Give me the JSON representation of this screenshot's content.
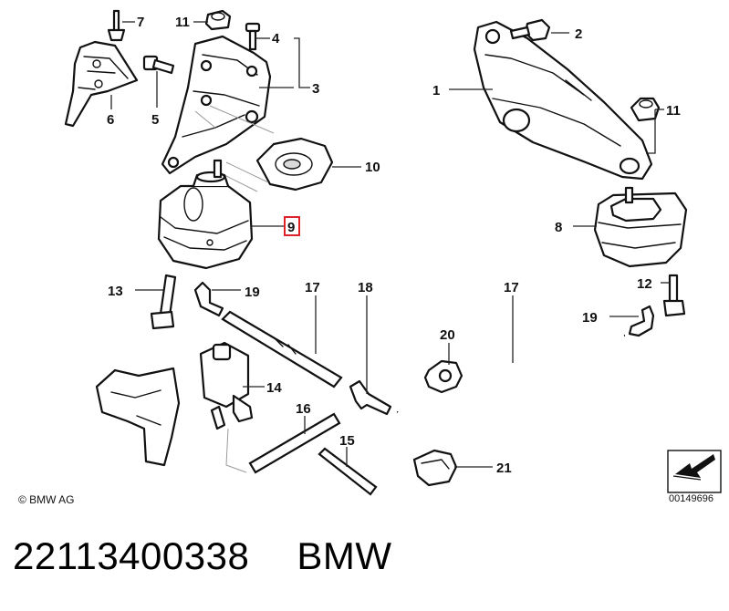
{
  "diagram": {
    "callouts": {
      "c1": "1",
      "c2": "2",
      "c3": "3",
      "c4": "4",
      "c5": "5",
      "c6": "6",
      "c7": "7",
      "c8": "8",
      "c9": "9",
      "c10": "10",
      "c11a": "11",
      "c11b": "11",
      "c12": "12",
      "c13": "13",
      "c14": "14",
      "c15": "15",
      "c16": "16",
      "c17a": "17",
      "c17b": "17",
      "c18": "18",
      "c19a": "19",
      "c19b": "19",
      "c20": "20",
      "c21": "21"
    },
    "highlighted_callout": "9",
    "highlight_color": "#e0202a",
    "copyright": "© BMW AG",
    "diagram_id": "00149696"
  },
  "caption": {
    "part_number": "22113400338",
    "brand": "BMW"
  }
}
